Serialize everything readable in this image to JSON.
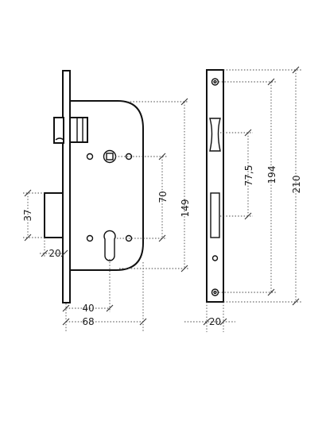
{
  "dimensions": {
    "backset": "40",
    "depth": "68",
    "latch_length": "20",
    "latch_height": "37",
    "centre_distance": "70",
    "case_height": "149",
    "faceplate_width": "20",
    "fixing_hole_distance": "194",
    "faceplate_height": "210",
    "latch_to_bolt_distance": "77,5"
  },
  "colors": {
    "line": "#111111",
    "dimension": "#444444",
    "background": "#ffffff"
  }
}
